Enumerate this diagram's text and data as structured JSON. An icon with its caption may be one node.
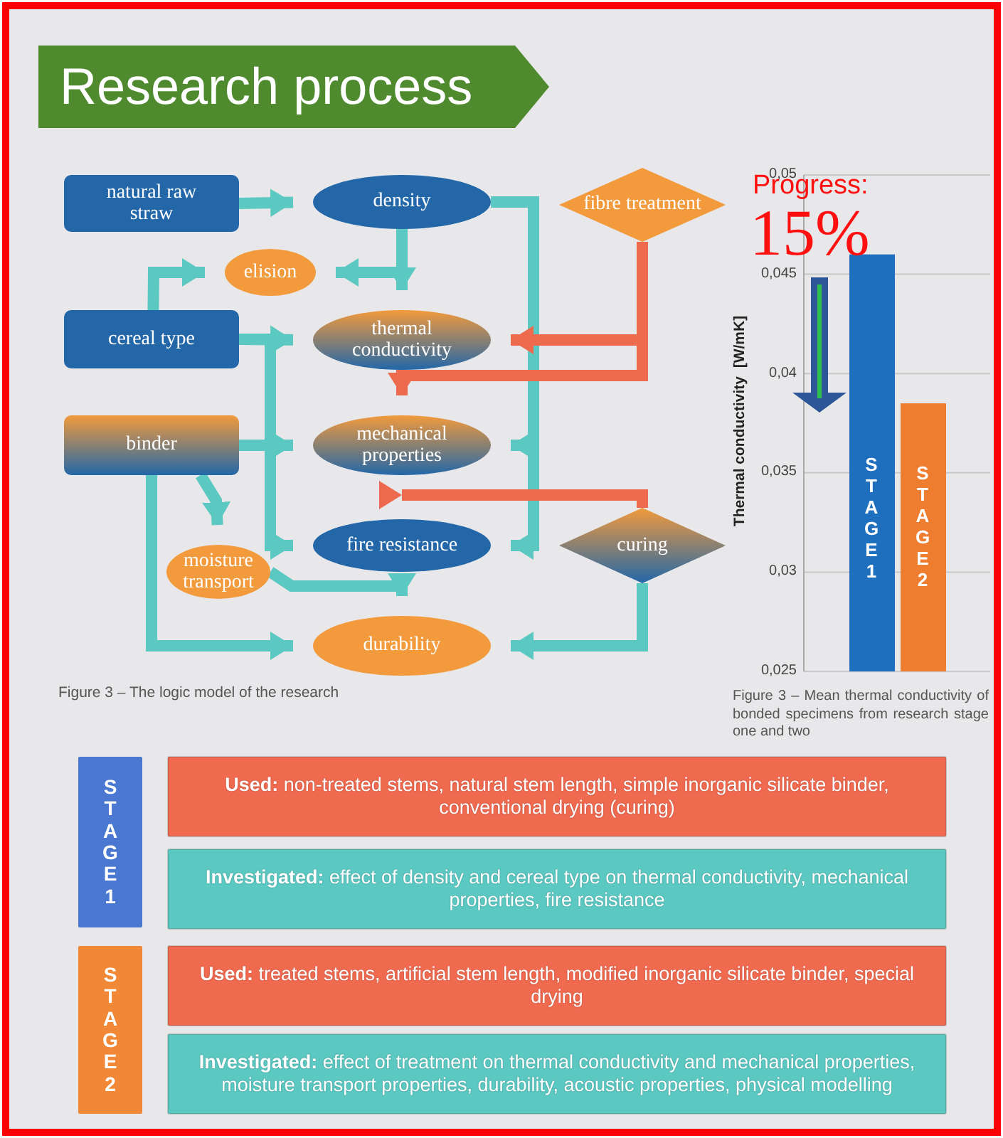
{
  "diagram": {
    "title": "Research process",
    "nodes": [
      {
        "text": [
          "natural raw straw"
        ]
      },
      {
        "text": [
          "density"
        ]
      },
      {
        "text": [
          "fibre treatment"
        ]
      },
      {
        "text": [
          "elision"
        ]
      },
      {
        "text": [
          "cereal type"
        ]
      },
      {
        "text": [
          "thermal conductivity"
        ]
      },
      {
        "text": [
          "binder"
        ]
      },
      {
        "text": [
          "mechanical properties"
        ]
      },
      {
        "text": [
          "fire resistance"
        ]
      },
      {
        "text": [
          "curing"
        ]
      },
      {
        "text": [
          "moisture transport"
        ]
      },
      {
        "text": [
          "durability"
        ]
      },
      {
        "text": [
          "STAGE 1"
        ]
      },
      {
        "text": [
          "**Used:** non-treated stems, natural stem length, simple inorganic silicate binder, conventional drying (curing)"
        ]
      },
      {
        "text": [
          "**Investigated:** effect of density and cereal type on thermal conductivity, mechanical properties, fire resistance"
        ]
      },
      {
        "text": [
          "STAGE 2"
        ]
      },
      {
        "text": [
          "**Used:** treated stems, artificial stem length, modified inorganic silicate binder, special drying"
        ]
      },
      {
        "text": [
          "**Investigated:** effect of treatment on thermal conductivity and mechanical properties, moisture transport properties, durability, acoustic properties, physical modelling"
        ]
      }
    ],
    "edges": [
      {
        "from": 0,
        "to": 1,
        "arrow": "to"
      },
      {
        "from": 1,
        "to": 3,
        "arrow": "to"
      },
      {
        "from": 1,
        "to": 5,
        "arrow": "to"
      },
      {
        "from": 1,
        "to": 7,
        "arrow": "to"
      },
      {
        "from": 1,
        "to": 8,
        "arrow": "to"
      },
      {
        "from": 4,
        "to": 3,
        "arrow": "to"
      },
      {
        "from": 4,
        "to": 5,
        "arrow": "to"
      },
      {
        "from": 4,
        "to": 8,
        "arrow": "to"
      },
      {
        "from": 2,
        "to": 5,
        "arrow": "to",
        "color": "#ee6a4f"
      },
      {
        "from": 2,
        "to": 7,
        "arrow": "to",
        "color": "#ee6a4f"
      },
      {
        "from": 6,
        "to": 7,
        "arrow": "to"
      },
      {
        "from": 6,
        "to": 10,
        "arrow": "to"
      },
      {
        "from": 6,
        "to": 11,
        "arrow": "to"
      },
      {
        "from": 10,
        "to": 11,
        "arrow": "to"
      },
      {
        "from": 9,
        "to": 7,
        "arrow": "to",
        "color": "#ee6a4f"
      },
      {
        "from": 9,
        "to": 11,
        "arrow": "to"
      }
    ],
    "labels": [
      "Figure 3 – The logic model of the research",
      "Progress:",
      "15%",
      "Figure 3 – Mean thermal conductivity of bonded specimens from research stage one and two"
    ],
    "chart_data": {
      "type": "bar",
      "ylabel": "Thermal conductivity  [W/mK]",
      "categories": [
        "STAGE 1",
        "STAGE 2"
      ],
      "series": [
        {
          "color": "#1f6fbf",
          "values": [
            0.046,
            null
          ]
        },
        {
          "color": "#ef7d2f",
          "values": [
            null,
            0.0385
          ]
        }
      ],
      "stacked": true,
      "grid": true,
      "ylim": [
        0.025,
        0.05
      ],
      "yticks": [
        {
          "value": 0.025,
          "label": "0,025"
        },
        {
          "value": 0.03,
          "label": "0,03"
        },
        {
          "value": 0.035,
          "label": "0,035"
        },
        {
          "value": 0.04,
          "label": "0,04"
        },
        {
          "value": 0.045,
          "label": "0,045"
        },
        {
          "value": 0.05,
          "label": "0,05"
        }
      ]
    }
  }
}
